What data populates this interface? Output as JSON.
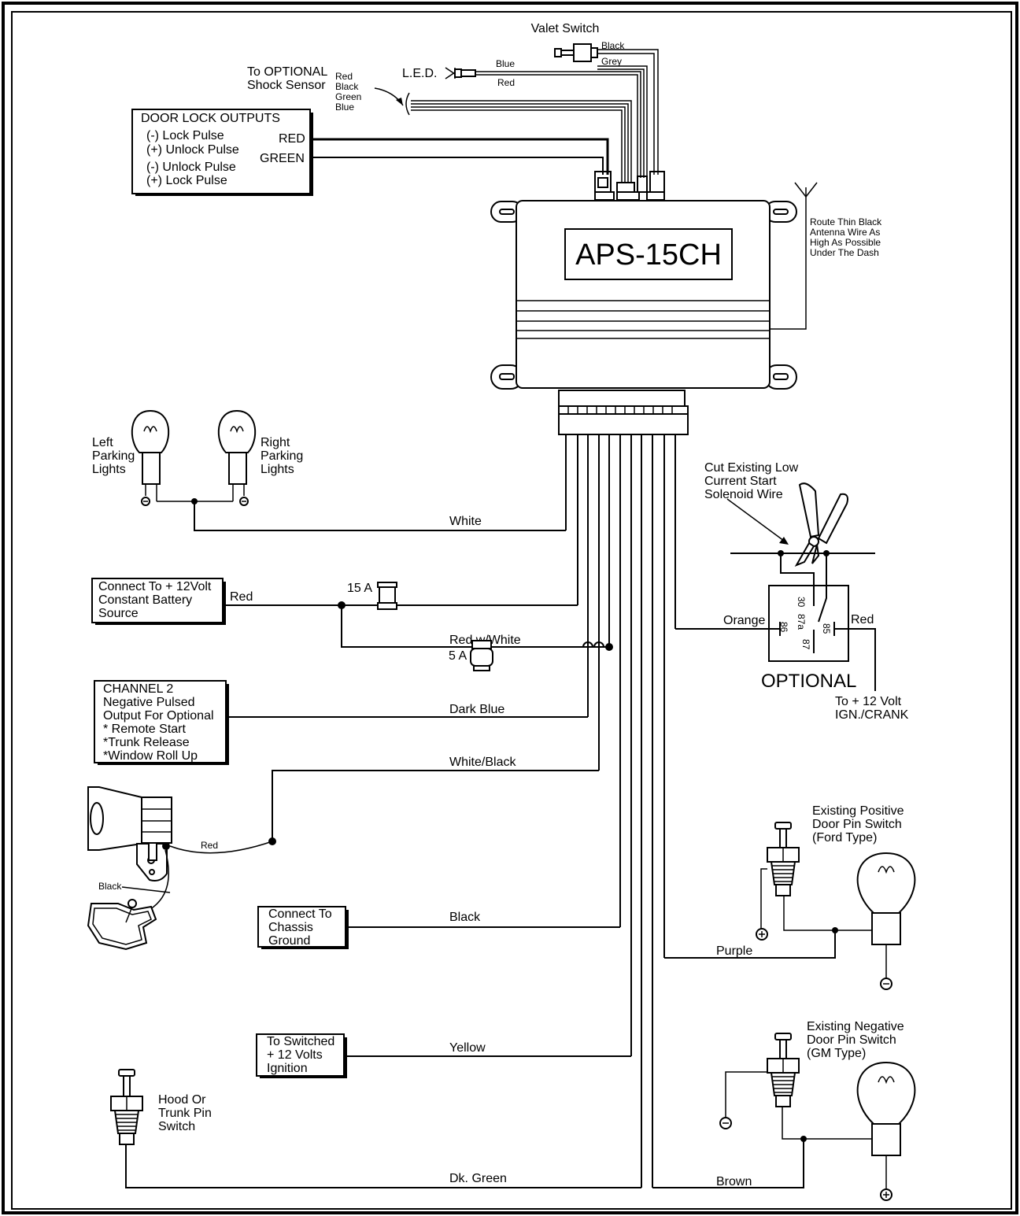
{
  "module": {
    "name": "APS-15CH"
  },
  "top": {
    "valet_switch": "Valet Switch",
    "valet_black": "Black",
    "valet_grey": "Grey",
    "led": "L.E.D.",
    "led_blue": "Blue",
    "led_red": "Red",
    "shock_title_1": "To OPTIONAL",
    "shock_title_2": "Shock Sensor",
    "shock_wires": [
      "Red",
      "Black",
      "Green",
      "Blue"
    ],
    "antenna": [
      "Route Thin Black",
      "Antenna Wire As",
      "High As Possible",
      "Under The Dash"
    ]
  },
  "door_lock": {
    "title": "DOOR LOCK OUTPUTS",
    "lines": [
      "(-) Lock Pulse",
      "(+) Unlock Pulse",
      "(-) Unlock Pulse",
      "(+) Lock Pulse"
    ],
    "red": "RED",
    "green": "GREEN"
  },
  "parking": {
    "left": [
      "Left",
      "Parking",
      "Lights"
    ],
    "right": [
      "Right",
      "Parking",
      "Lights"
    ],
    "wire": "White"
  },
  "battery": {
    "box": [
      "Connect To  + 12Volt",
      " Constant Battery",
      " Source"
    ],
    "wire": "Red",
    "fuse1": "15 A",
    "wire2": "Red w/White",
    "fuse2": "5 A"
  },
  "channel2": {
    "box": [
      "CHANNEL 2",
      "Negative Pulsed",
      "Output For Optional",
      "* Remote Start",
      "*Trunk Release",
      "*Window Roll Up"
    ],
    "wire": "Dark Blue"
  },
  "siren": {
    "wire": "White/Black",
    "red": "Red",
    "black": "Black"
  },
  "ground": {
    "box": [
      "Connect To",
      "Chassis",
      "Ground"
    ],
    "wire": "Black"
  },
  "ignition": {
    "box": [
      "To Switched",
      "+ 12 Volts",
      "Ignition"
    ],
    "wire": "Yellow"
  },
  "hood": {
    "label": [
      "Hood Or",
      "Trunk Pin",
      "Switch"
    ],
    "wire": "Dk. Green"
  },
  "relay": {
    "cut": [
      "Cut Existing Low",
      "Current Start",
      "Solenoid Wire"
    ],
    "orange": "Orange",
    "red": "Red",
    "pins": [
      "30",
      "87a",
      "86",
      "85",
      "87"
    ],
    "optional": "OPTIONAL",
    "ign": [
      "To + 12 Volt",
      "IGN./CRANK"
    ]
  },
  "positive_door": {
    "label": [
      "Existing Positive",
      "Door Pin Switch",
      "(Ford Type)"
    ],
    "wire": "Purple"
  },
  "negative_door": {
    "label": [
      "Existing Negative",
      "Door Pin Switch",
      "(GM Type)"
    ],
    "wire": "Brown"
  }
}
